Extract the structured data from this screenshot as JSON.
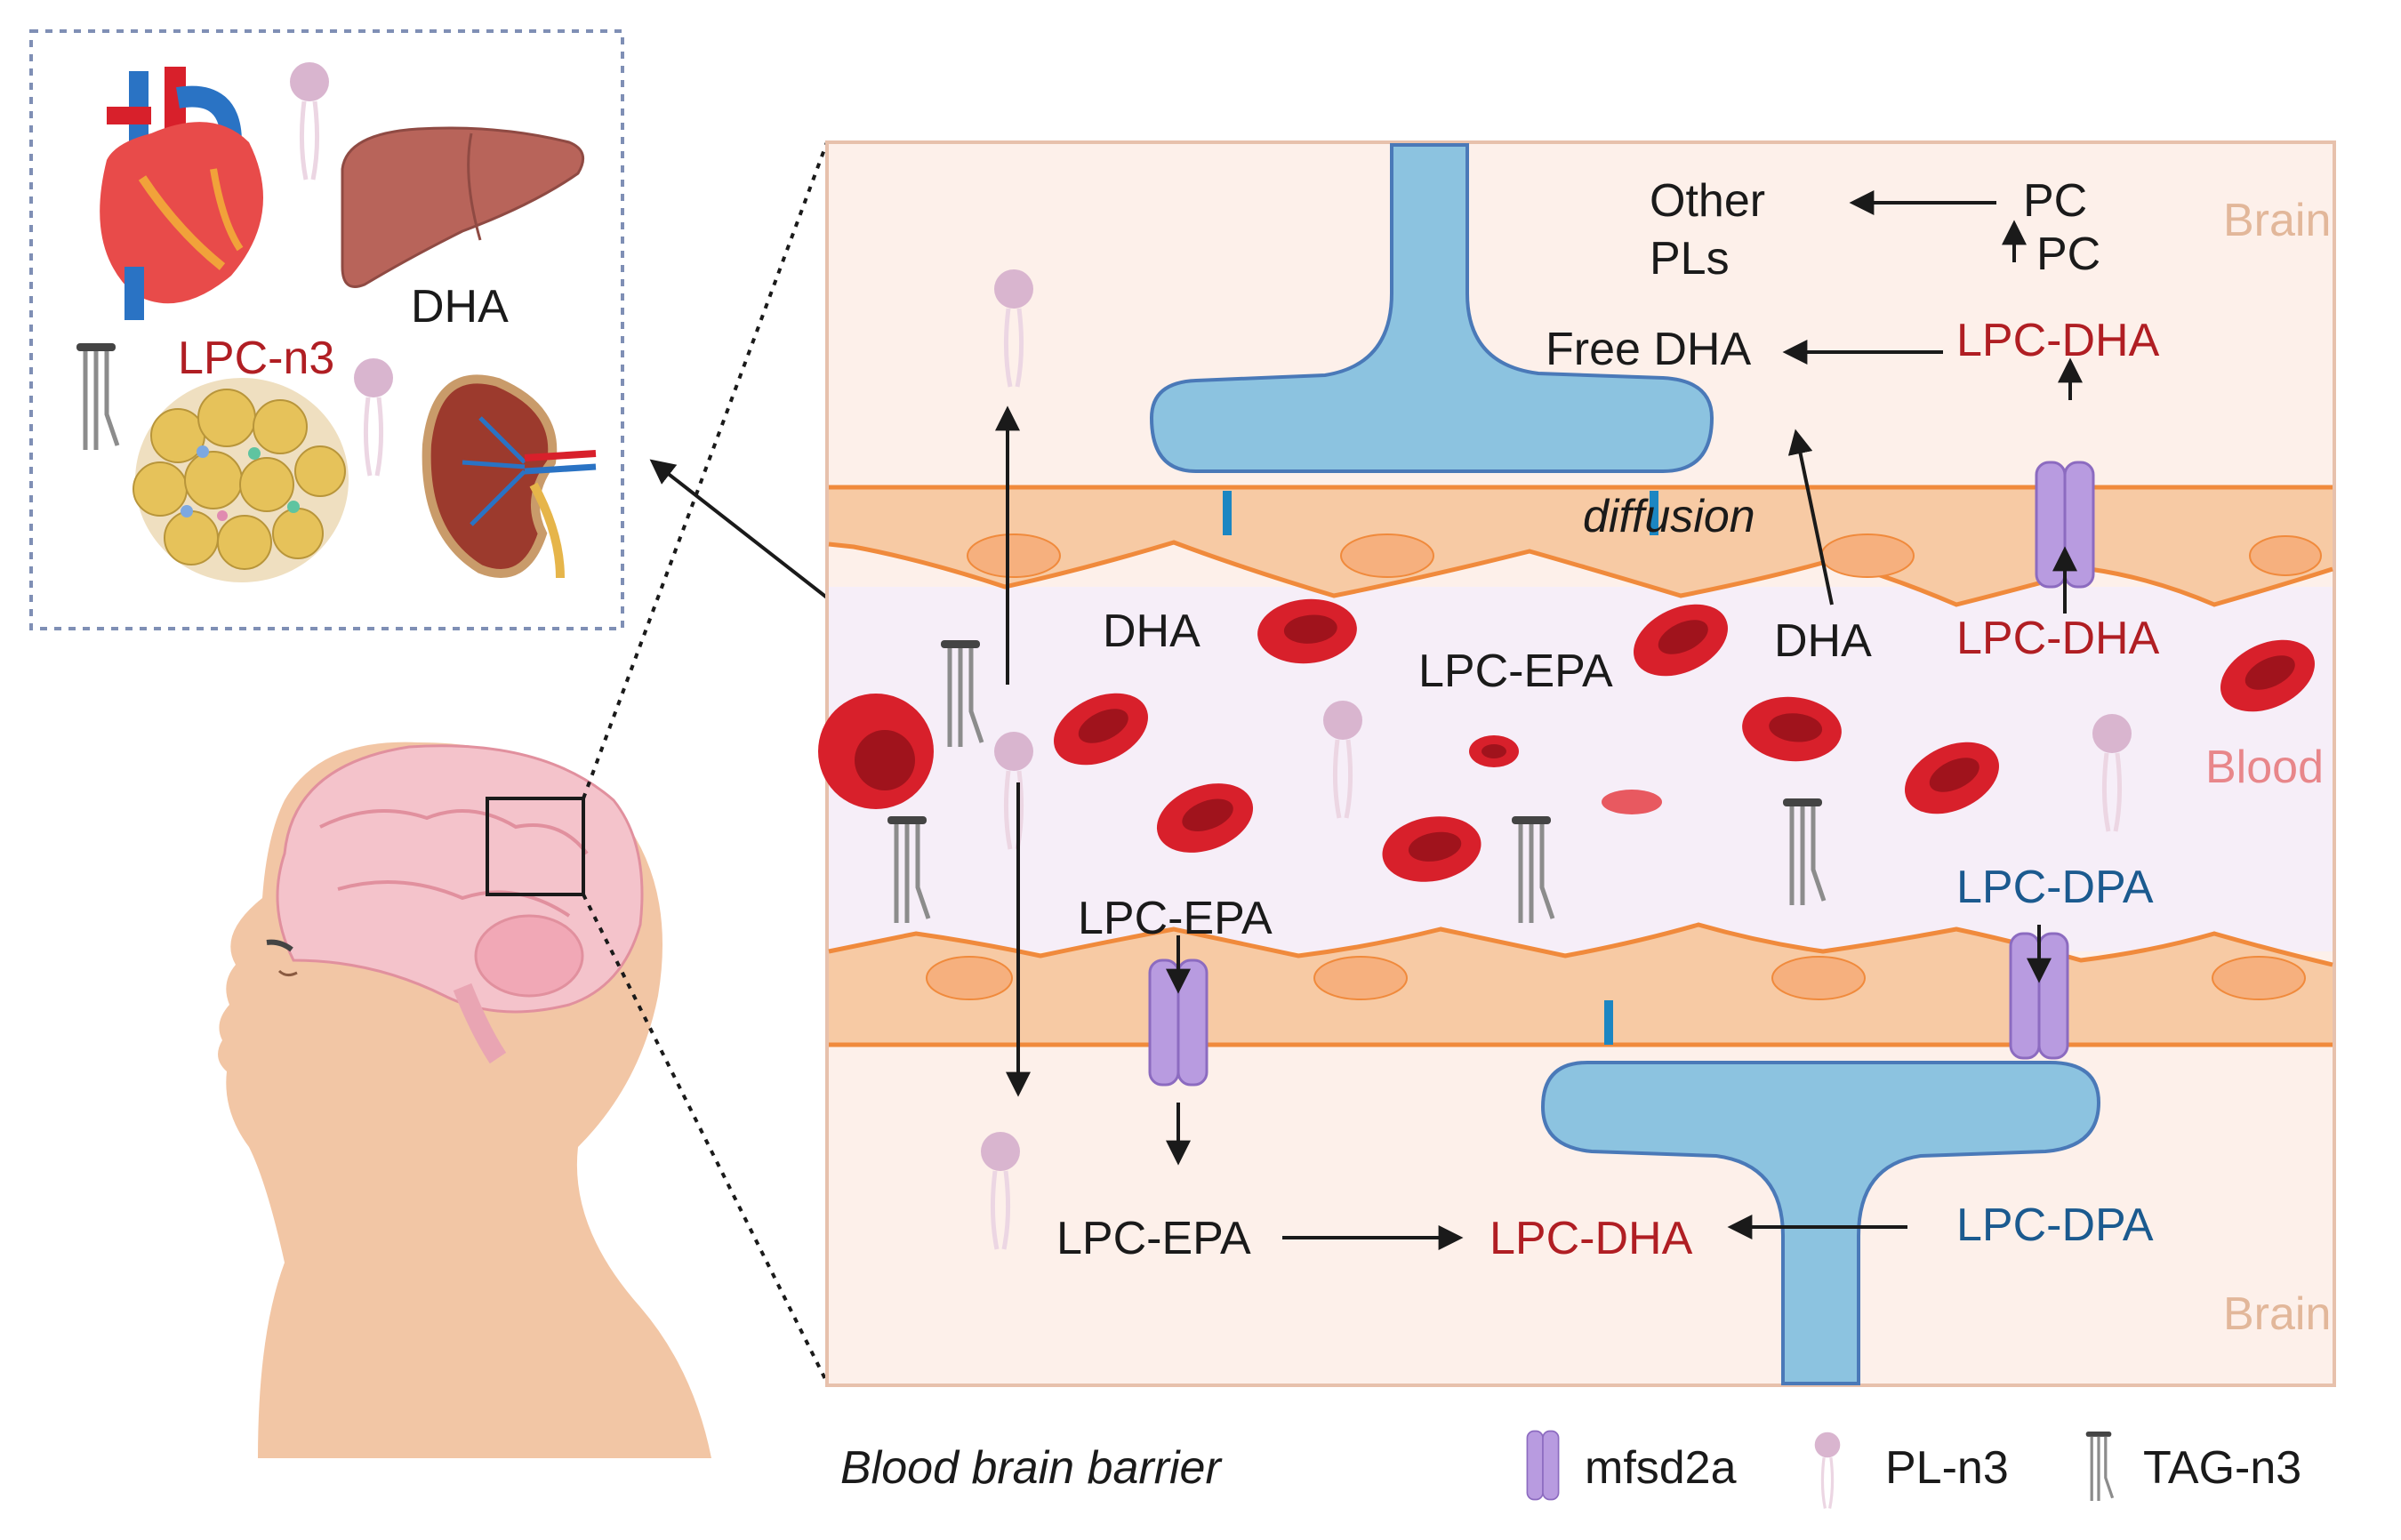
{
  "zones": {
    "brain_top": "Brain",
    "blood": "Blood",
    "brain_bottom": "Brain"
  },
  "organs_box": {
    "dha": "DHA",
    "lpc_n3": "LPC-n3"
  },
  "labels": {
    "other_pls_line1": "Other",
    "other_pls_line2": "PLs",
    "pc_top": "PC",
    "pc_second": "PC",
    "free_dha": "Free DHA",
    "lpc_dha_top": "LPC-DHA",
    "diffusion": "diffusion",
    "dha_blood_left": "DHA",
    "lpc_epa_blood": "LPC-EPA",
    "dha_blood_right": "DHA",
    "lpc_dha_blood": "LPC-DHA",
    "lpc_epa_lower": "LPC-EPA",
    "lpc_dpa_blood": "LPC-DPA",
    "lpc_epa_bottom": "LPC-EPA",
    "lpc_dha_bottom": "LPC-DHA",
    "lpc_dpa_bottom": "LPC-DPA"
  },
  "caption": "Blood brain barrier",
  "legend": {
    "mfsd2a": "mfsd2a",
    "pl_n3": "PL-n3",
    "tag_n3": "TAG-n3"
  },
  "colors": {
    "brain_bg": "#fdf0ea",
    "blood_bg": "#f6eef8",
    "endothelium": "#f7caa4",
    "membrane": "#f08a3c",
    "astrocyte": "#8cc3e0",
    "rbc": "#d8202b",
    "transporter": "#b89be0",
    "lipid": "#d9b5cf"
  }
}
